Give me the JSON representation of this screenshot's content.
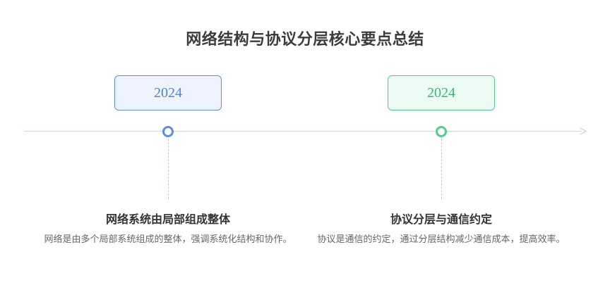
{
  "title": "网络结构与协议分层核心要点总结",
  "colors": {
    "axis": "#d4d9e6",
    "blue_accent": "#5a8fe3",
    "blue_fill": "#eef3fd",
    "green_accent": "#4fcf8a",
    "green_fill": "#ebfaf2"
  },
  "events": [
    {
      "year": "2024",
      "title": "网络系统由局部组成整体",
      "description": "网络是由多个局部系统组成的整体，强调系统化结构和协作。"
    },
    {
      "year": "2024",
      "title": "协议分层与通信约定",
      "description": "协议是通信的约定，通过分层结构减少通信成本，提高效率。"
    }
  ]
}
